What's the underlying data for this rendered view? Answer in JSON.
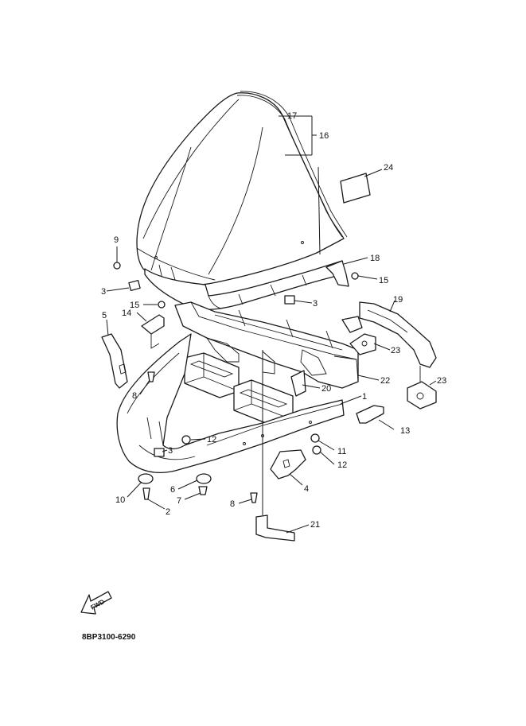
{
  "diagram": {
    "part_code": "8BP3100-6290",
    "fwd_label": "FWD",
    "callouts": [
      {
        "id": "c1",
        "label": "1"
      },
      {
        "id": "c2",
        "label": "2"
      },
      {
        "id": "c3a",
        "label": "3"
      },
      {
        "id": "c3b",
        "label": "3"
      },
      {
        "id": "c3c",
        "label": "3"
      },
      {
        "id": "c4",
        "label": "4"
      },
      {
        "id": "c5",
        "label": "5"
      },
      {
        "id": "c6",
        "label": "6"
      },
      {
        "id": "c7",
        "label": "7"
      },
      {
        "id": "c8a",
        "label": "8"
      },
      {
        "id": "c8b",
        "label": "8"
      },
      {
        "id": "c9",
        "label": "9"
      },
      {
        "id": "c10",
        "label": "10"
      },
      {
        "id": "c11",
        "label": "11"
      },
      {
        "id": "c12a",
        "label": "12"
      },
      {
        "id": "c12b",
        "label": "12"
      },
      {
        "id": "c13",
        "label": "13"
      },
      {
        "id": "c14",
        "label": "14"
      },
      {
        "id": "c15a",
        "label": "15"
      },
      {
        "id": "c15b",
        "label": "15"
      },
      {
        "id": "c16",
        "label": "16"
      },
      {
        "id": "c17",
        "label": "17"
      },
      {
        "id": "c18",
        "label": "18"
      },
      {
        "id": "c19",
        "label": "19"
      },
      {
        "id": "c20",
        "label": "20"
      },
      {
        "id": "c21",
        "label": "21"
      },
      {
        "id": "c22",
        "label": "22"
      },
      {
        "id": "c23a",
        "label": "23"
      },
      {
        "id": "c23b",
        "label": "23"
      },
      {
        "id": "c24",
        "label": "24"
      }
    ]
  }
}
